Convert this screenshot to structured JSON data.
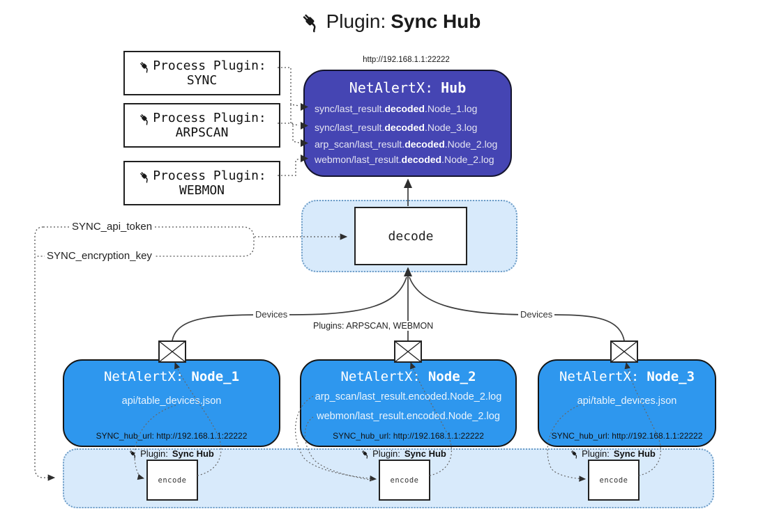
{
  "title": {
    "prefix": "Plugin:",
    "bold": "Sync Hub"
  },
  "process_plugins": [
    {
      "label": "Process Plugin:",
      "name": "SYNC"
    },
    {
      "label": "Process Plugin:",
      "name": "ARPSCAN"
    },
    {
      "label": "Process Plugin:",
      "name": "WEBMON"
    }
  ],
  "hub": {
    "url_label": "http://192.168.1.1:22222",
    "name_prefix": "NetAlertX:",
    "name_bold": "Hub",
    "logs": [
      {
        "pre": "sync/last_result.",
        "bold": "decoded",
        "post": ".Node_1.log"
      },
      {
        "pre": "sync/last_result.",
        "bold": "decoded",
        "post": ".Node_3.log"
      },
      {
        "pre": "arp_scan/last_result.",
        "bold": "decoded",
        "post": ".Node_2.log"
      },
      {
        "pre": "webmon/last_result.",
        "bold": "decoded",
        "post": ".Node_2.log"
      }
    ]
  },
  "decode": {
    "label": "decode"
  },
  "settings": {
    "api_token": "SYNC_api_token",
    "encryption_key": "SYNC_encryption_key"
  },
  "edge_labels": {
    "devices_left": "Devices",
    "plugins_center": "Plugins: ARPSCAN, WEBMON",
    "devices_right": "Devices"
  },
  "nodes": [
    {
      "name_prefix": "NetAlertX:",
      "name_bold": "Node_1",
      "files": [
        "api/table_devices.json"
      ],
      "hub_url": "SYNC_hub_url: http://192.168.1.1:22222",
      "plugin_prefix": "Plugin:",
      "plugin_bold": "Sync Hub",
      "encode_label": "encode"
    },
    {
      "name_prefix": "NetAlertX:",
      "name_bold": "Node_2",
      "files": [
        "arp_scan/last_result.encoded.Node_2.log",
        "webmon/last_result.encoded.Node_2.log"
      ],
      "hub_url": "SYNC_hub_url: http://192.168.1.1:22222",
      "plugin_prefix": "Plugin:",
      "plugin_bold": "Sync Hub",
      "encode_label": "encode"
    },
    {
      "name_prefix": "NetAlertX:",
      "name_bold": "Node_3",
      "files": [
        "api/table_devices.json"
      ],
      "hub_url": "SYNC_hub_url: http://192.168.1.1:22222",
      "plugin_prefix": "Plugin:",
      "plugin_bold": "Sync Hub",
      "encode_label": "encode"
    }
  ],
  "colors": {
    "hub_fill": "#4545b3",
    "node_fill": "#2e97ee",
    "container_fill": "#d8eafb",
    "container_border": "#6d9cc6",
    "line": "#3c3c3c"
  }
}
